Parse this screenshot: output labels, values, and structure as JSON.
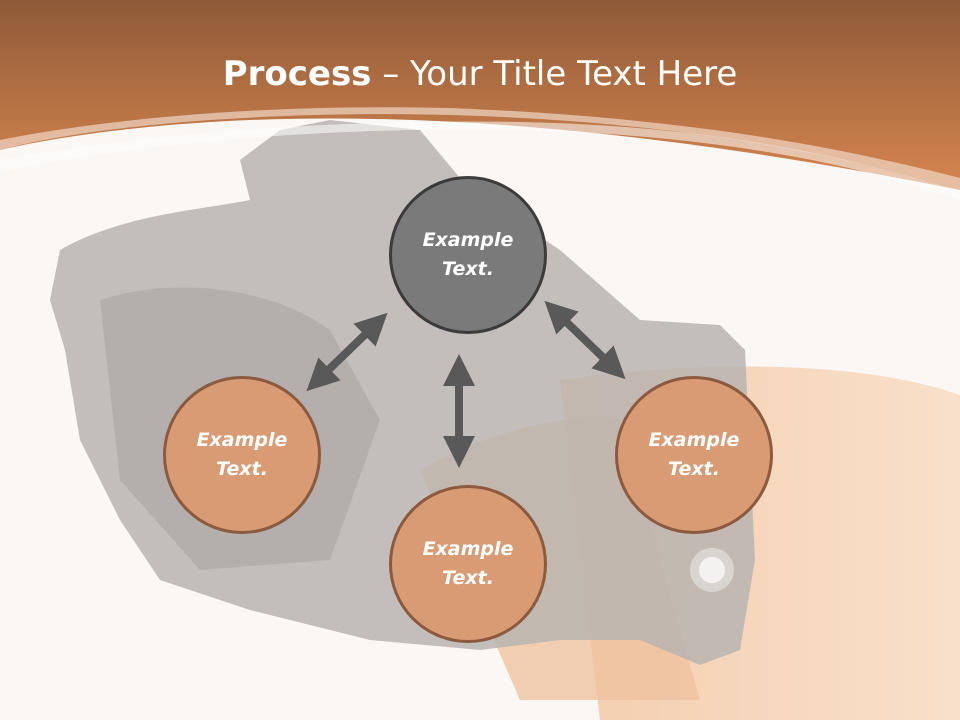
{
  "slide": {
    "title_bold": "Process",
    "title_rest": " – Your Title Text Here"
  },
  "nodes": {
    "center": "Example Text.",
    "left": "Example Text.",
    "bottom": "Example Text.",
    "right": "Example Text."
  },
  "colors": {
    "header": "#c9794a",
    "center_fill": "#7a7a7a",
    "node_fill": "#d89b74",
    "arrow": "#595959"
  }
}
